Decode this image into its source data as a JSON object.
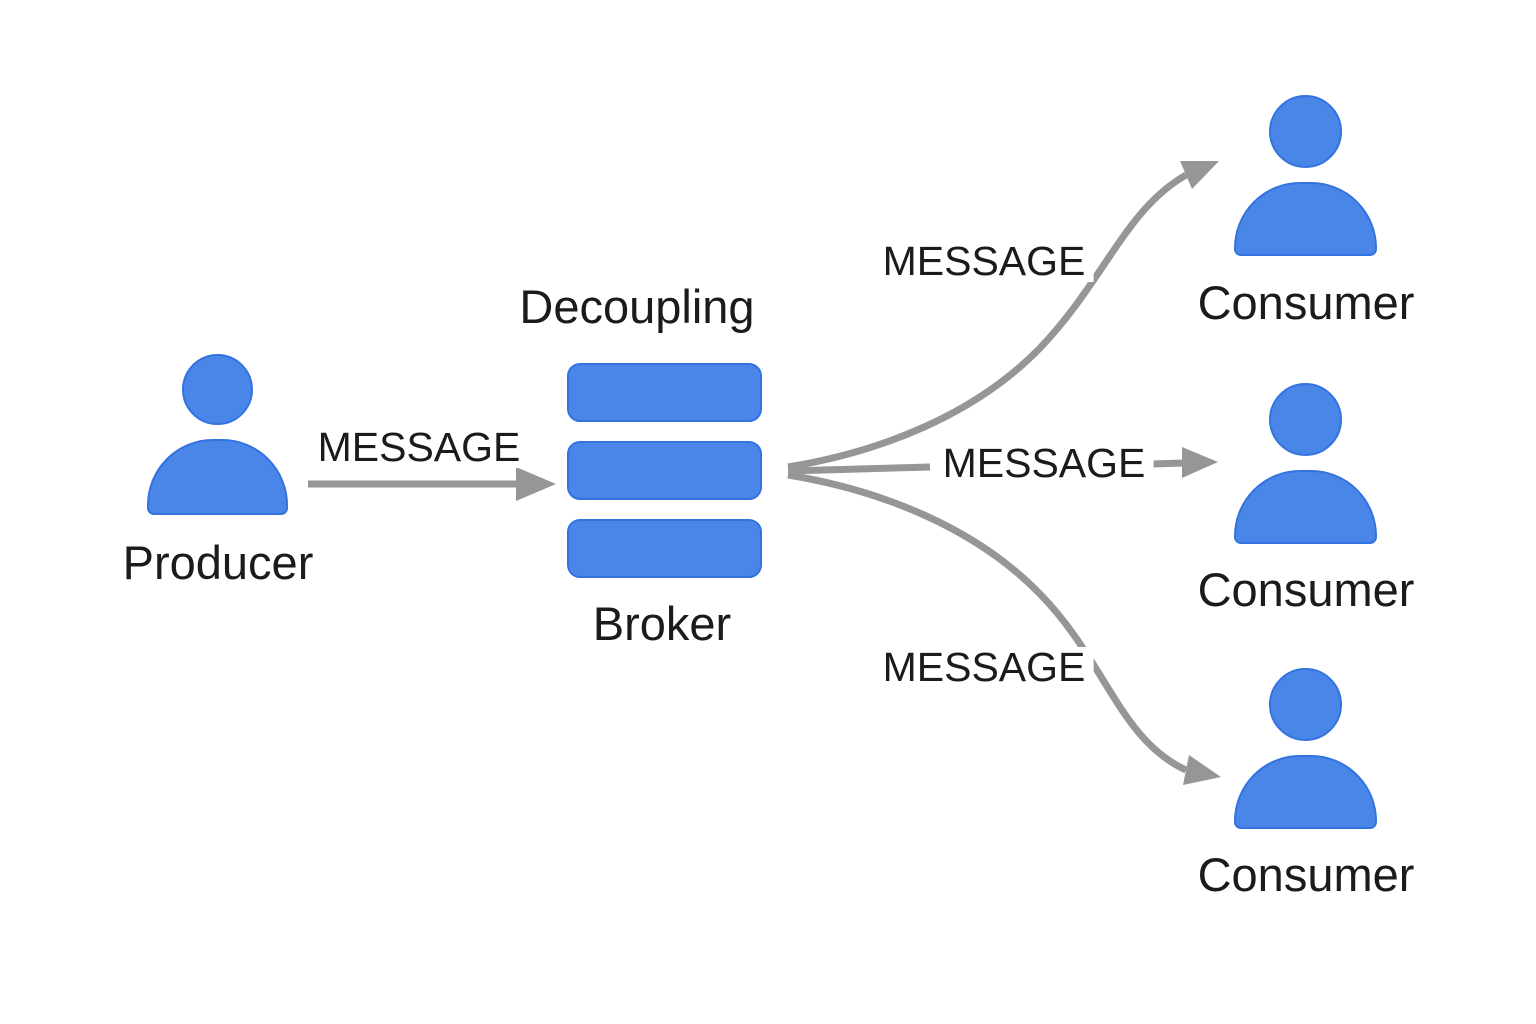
{
  "diagram": {
    "producer": {
      "label": "Producer"
    },
    "broker": {
      "caption": "Decoupling",
      "label": "Broker",
      "queue_segments": 3
    },
    "consumers": [
      {
        "label": "Consumer"
      },
      {
        "label": "Consumer"
      },
      {
        "label": "Consumer"
      }
    ],
    "messages": {
      "producer_to_broker": "MESSAGE",
      "broker_to_consumer_top": "MESSAGE",
      "broker_to_consumer_middle": "MESSAGE",
      "broker_to_consumer_bottom": "MESSAGE"
    },
    "colors": {
      "node_blue": "#4a86e8",
      "node_blue_border": "#3373e0",
      "arrow_gray": "#969696",
      "text": "#1b1b1b",
      "background": "#ffffff"
    }
  }
}
